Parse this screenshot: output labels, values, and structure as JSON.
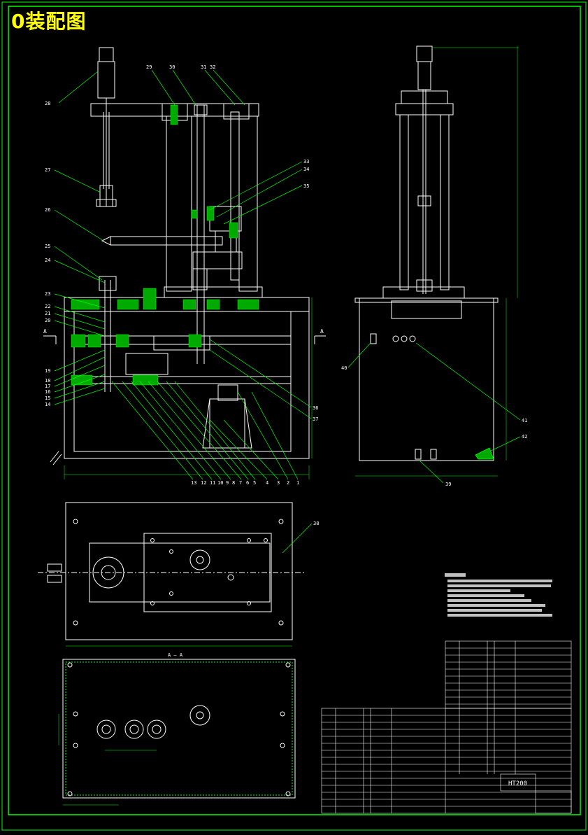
{
  "drawing": {
    "title": "0装配图",
    "material": "HT200",
    "colors": {
      "background": "#000000",
      "line": "#ffffff",
      "leader": "#00ff00",
      "title": "#ffff00",
      "hatch": "#00ff00",
      "text_small": "#c0c0c0"
    }
  },
  "front_view": {
    "callouts_left": [
      "28",
      "27",
      "26",
      "25",
      "24",
      "23",
      "22",
      "21",
      "20",
      "19",
      "18",
      "17",
      "16",
      "15",
      "14"
    ],
    "callouts_top": [
      "29",
      "30",
      "31",
      "32"
    ],
    "callouts_right": [
      "33",
      "34",
      "35",
      "36",
      "37"
    ],
    "callouts_bottom": [
      "13",
      "12",
      "11",
      "10",
      "9",
      "8",
      "7",
      "6",
      "5",
      "4",
      "3",
      "2",
      "1"
    ],
    "section_mark_left": "A",
    "section_mark_right": "A"
  },
  "side_view": {
    "callouts": [
      "40",
      "41",
      "42",
      "39"
    ]
  },
  "top_view": {
    "callouts": [
      "38"
    ]
  },
  "section_view": {
    "label": "A — A"
  },
  "title_block": {
    "material": "HT200"
  }
}
